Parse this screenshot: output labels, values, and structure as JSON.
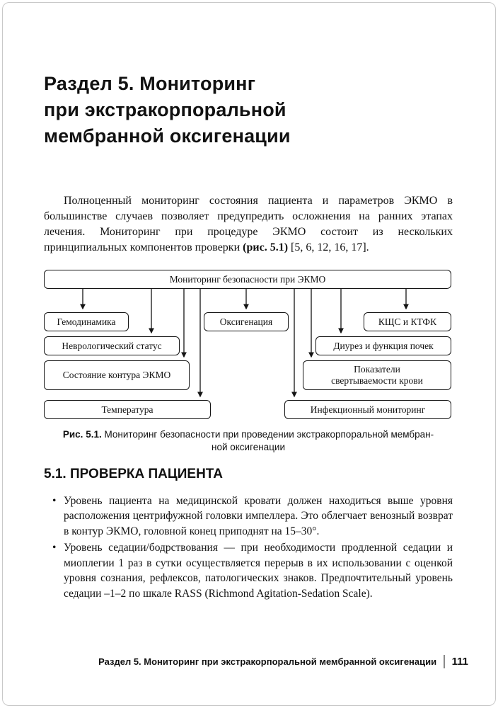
{
  "title": {
    "lines": [
      "Раздел 5. Мониторинг",
      "при экстракорпоральной",
      "мембранной оксигенации"
    ]
  },
  "intro": {
    "text": "Полноценный мониторинг состояния пациента и параметров ЭКМО в большинстве случаев позволяет предупредить осложнения на ранних этапах лечения. Мониторинг при процедуре ЭКМО состоит из нескольких принципиальных компонентов проверки ",
    "bold_ref": "(рис. 5.1)",
    "tail": " [5, 6, 12, 16, 17]."
  },
  "diagram": {
    "nodes": [
      {
        "label": "Мониторинг безопасности при ЭКМО"
      },
      {
        "label": "Гемодинамика"
      },
      {
        "label": "Оксигенация"
      },
      {
        "label": "КЩС и КТФК"
      },
      {
        "label": "Неврологический статус"
      },
      {
        "label": "Диурез и функция почек"
      },
      {
        "label": "Состояние контура ЭКМО"
      },
      {
        "label": "Показатели свертываемости крови"
      },
      {
        "label": "Температура"
      },
      {
        "label": "Инфекционный мониторинг"
      }
    ]
  },
  "caption": {
    "bold": "Рис. 5.1.",
    "rest1": " Мониторинг безопасности при проведении экстракорпоральной мембран-",
    "rest2": "ной оксигенации"
  },
  "section": {
    "heading": "5.1. ПРОВЕРКА ПАЦИЕНТА"
  },
  "list": {
    "bullet_char": "•",
    "items": [
      "Уровень пациента на медицинской кровати должен находиться выше уровня расположения центрифужной головки импеллера. Это облегчает венозный возврат в контур ЭКМО, головной конец приподнят на 15–30°.",
      "Уровень седации/бодрствования — при необходимости продленной седации и миоплегии 1 раз в сутки осуществляется перерыв в их использовании с оценкой уровня сознания, рефлексов, патологических знаков. Предпочтительный уровень седации –1–2 по шкале RASS (Richmond Agitation-Sedation Scale)."
    ]
  },
  "footer": {
    "running_title": "Раздел 5. Мониторинг при экстракорпоральной мембранной оксигенации",
    "page_number": "111"
  }
}
